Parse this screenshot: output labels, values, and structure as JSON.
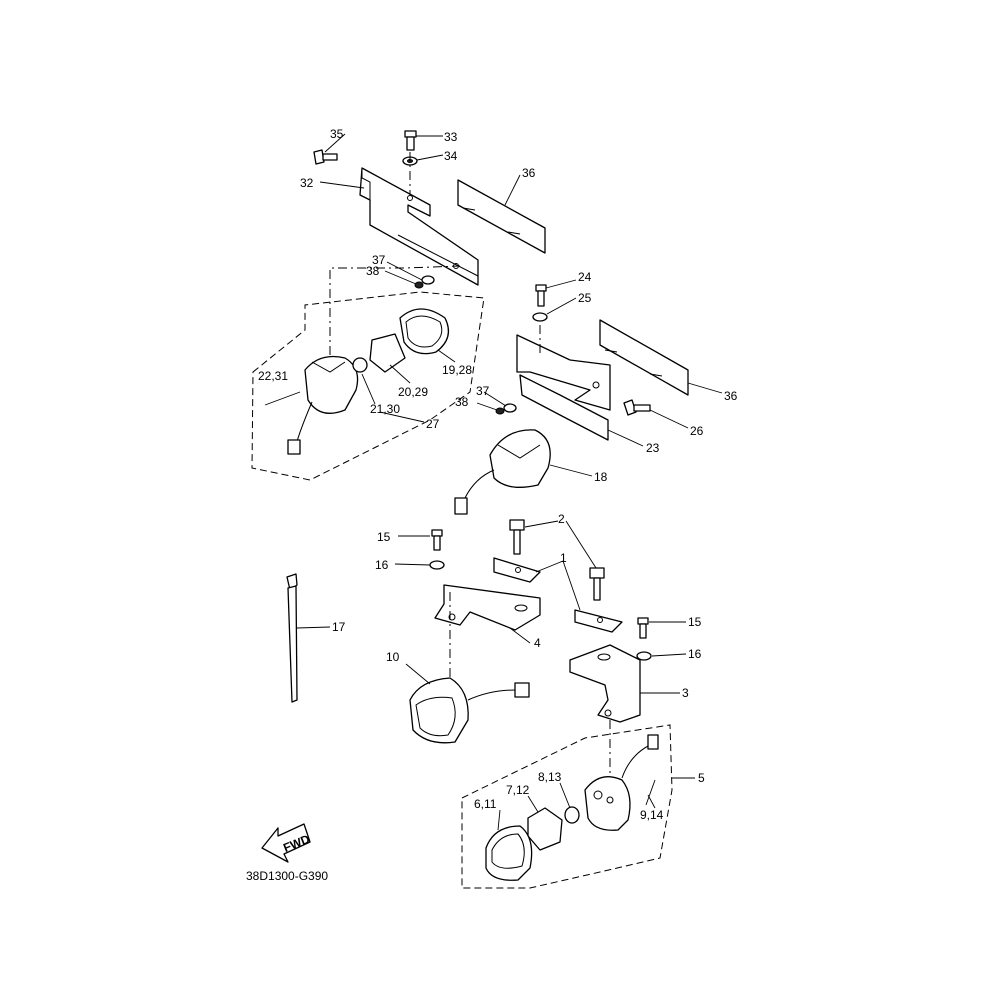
{
  "diagram": {
    "callouts": {
      "c1": "1",
      "c2": "2",
      "c3": "3",
      "c4": "4",
      "c5": "5",
      "c6_11": "6,11",
      "c7_12": "7,12",
      "c8_13": "8,13",
      "c9_14": "9,14",
      "c10": "10",
      "c15a": "15",
      "c15b": "15",
      "c16a": "16",
      "c16b": "16",
      "c17": "17",
      "c18": "18",
      "c19_28": "19,28",
      "c20_29": "20,29",
      "c21_30": "21,30",
      "c22_31": "22,31",
      "c23": "23",
      "c24": "24",
      "c25": "25",
      "c26": "26",
      "c27": "27",
      "c32": "32",
      "c33": "33",
      "c34": "34",
      "c35": "35",
      "c36a": "36",
      "c36b": "36",
      "c37a": "37",
      "c37b": "37",
      "c38a": "38",
      "c38b": "38"
    },
    "fwd_label": "FWD",
    "drawing_code": "38D1300-G390"
  }
}
